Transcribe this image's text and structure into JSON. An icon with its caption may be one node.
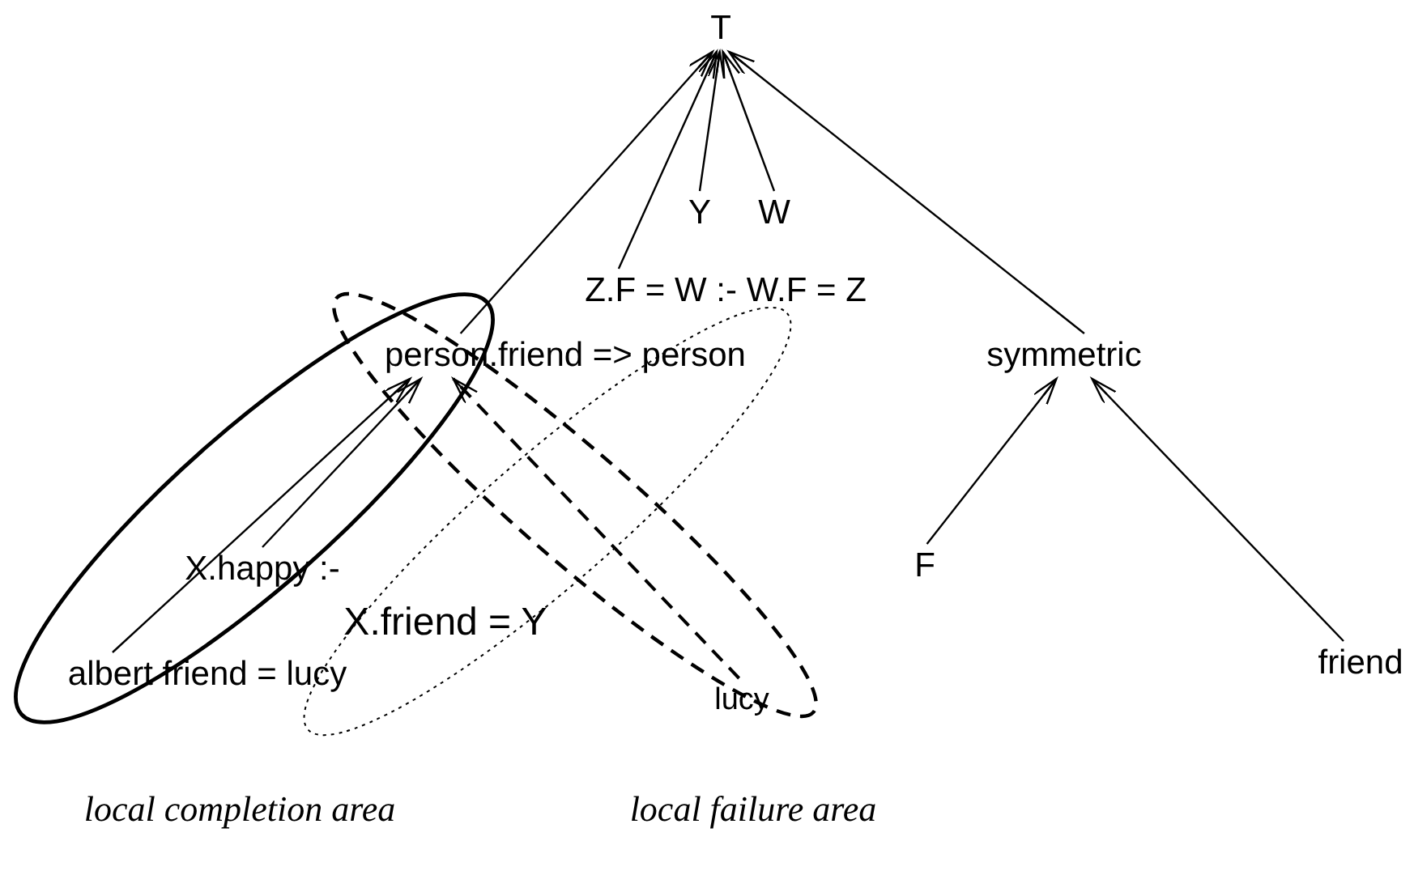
{
  "diagram": {
    "nodes": [
      {
        "text": [
          "T"
        ]
      },
      {
        "text": [
          "Y"
        ]
      },
      {
        "text": [
          "W"
        ]
      },
      {
        "text": [
          "Z.F = W :- W.F = Z"
        ]
      },
      {
        "text": [
          "person.friend => person"
        ]
      },
      {
        "text": [
          "symmetric"
        ]
      },
      {
        "text": [
          "X.happy :-"
        ]
      },
      {
        "text": [
          "F"
        ]
      },
      {
        "text": [
          "X.friend = Y"
        ]
      },
      {
        "text": [
          "friend"
        ]
      },
      {
        "text": [
          "albert friend = lucy"
        ]
      },
      {
        "text": [
          "lucy"
        ]
      }
    ],
    "edges": [
      {
        "from": 4,
        "to": 0,
        "arrow": "to"
      },
      {
        "from": 3,
        "to": 0,
        "arrow": "to"
      },
      {
        "from": 1,
        "to": 0,
        "arrow": "to"
      },
      {
        "from": 2,
        "to": 0,
        "arrow": "to"
      },
      {
        "from": 5,
        "to": 0,
        "arrow": "to"
      },
      {
        "from": 10,
        "to": 4,
        "arrow": "to"
      },
      {
        "from": 6,
        "to": 4,
        "arrow": "to"
      },
      {
        "from": 11,
        "to": 4,
        "arrow": "to",
        "style": "dashed"
      },
      {
        "from": 7,
        "to": 5,
        "arrow": "to"
      },
      {
        "from": 9,
        "to": 5,
        "arrow": "to"
      }
    ],
    "labels": [
      "local completion area",
      "local failure area"
    ]
  }
}
